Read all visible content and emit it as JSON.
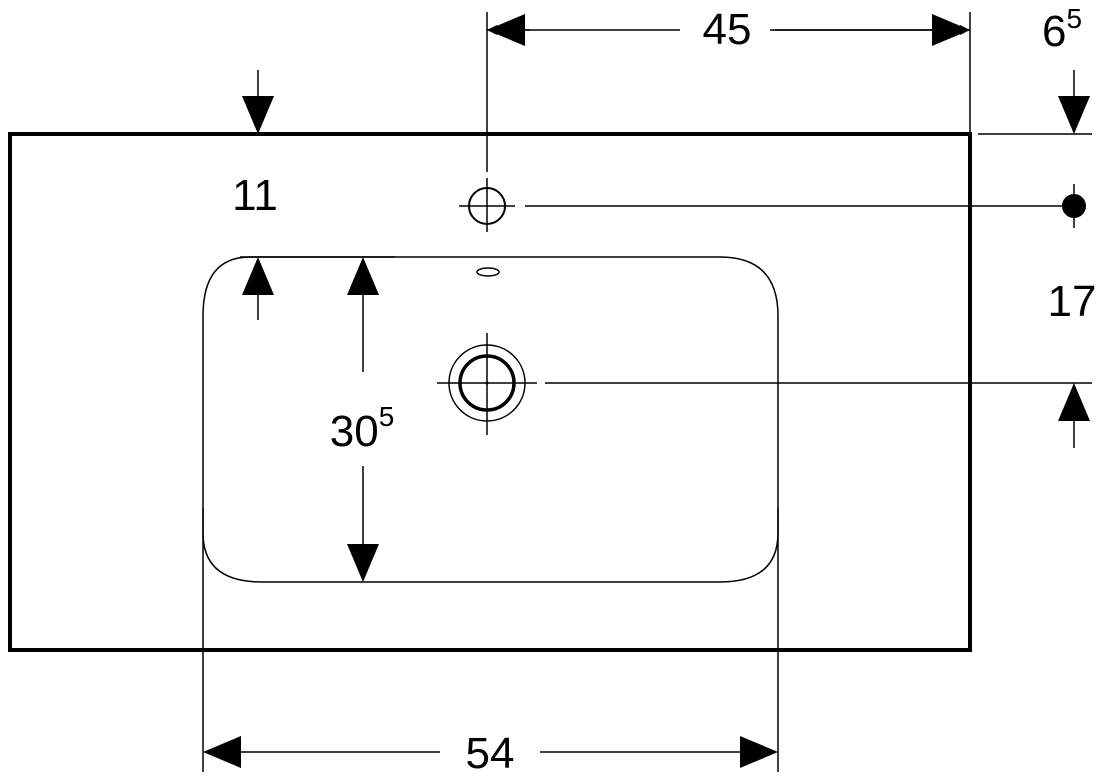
{
  "diagram": {
    "dimensions": {
      "tap_offset_x": "45",
      "edge_offset_main": "6",
      "edge_offset_sup": "5",
      "top_to_basin": "11",
      "tap_to_drain_y": "17",
      "basin_depth_main": "30",
      "basin_depth_sup": "5",
      "basin_width": "54"
    },
    "colors": {
      "line": "#000000",
      "background": "#ffffff"
    }
  }
}
